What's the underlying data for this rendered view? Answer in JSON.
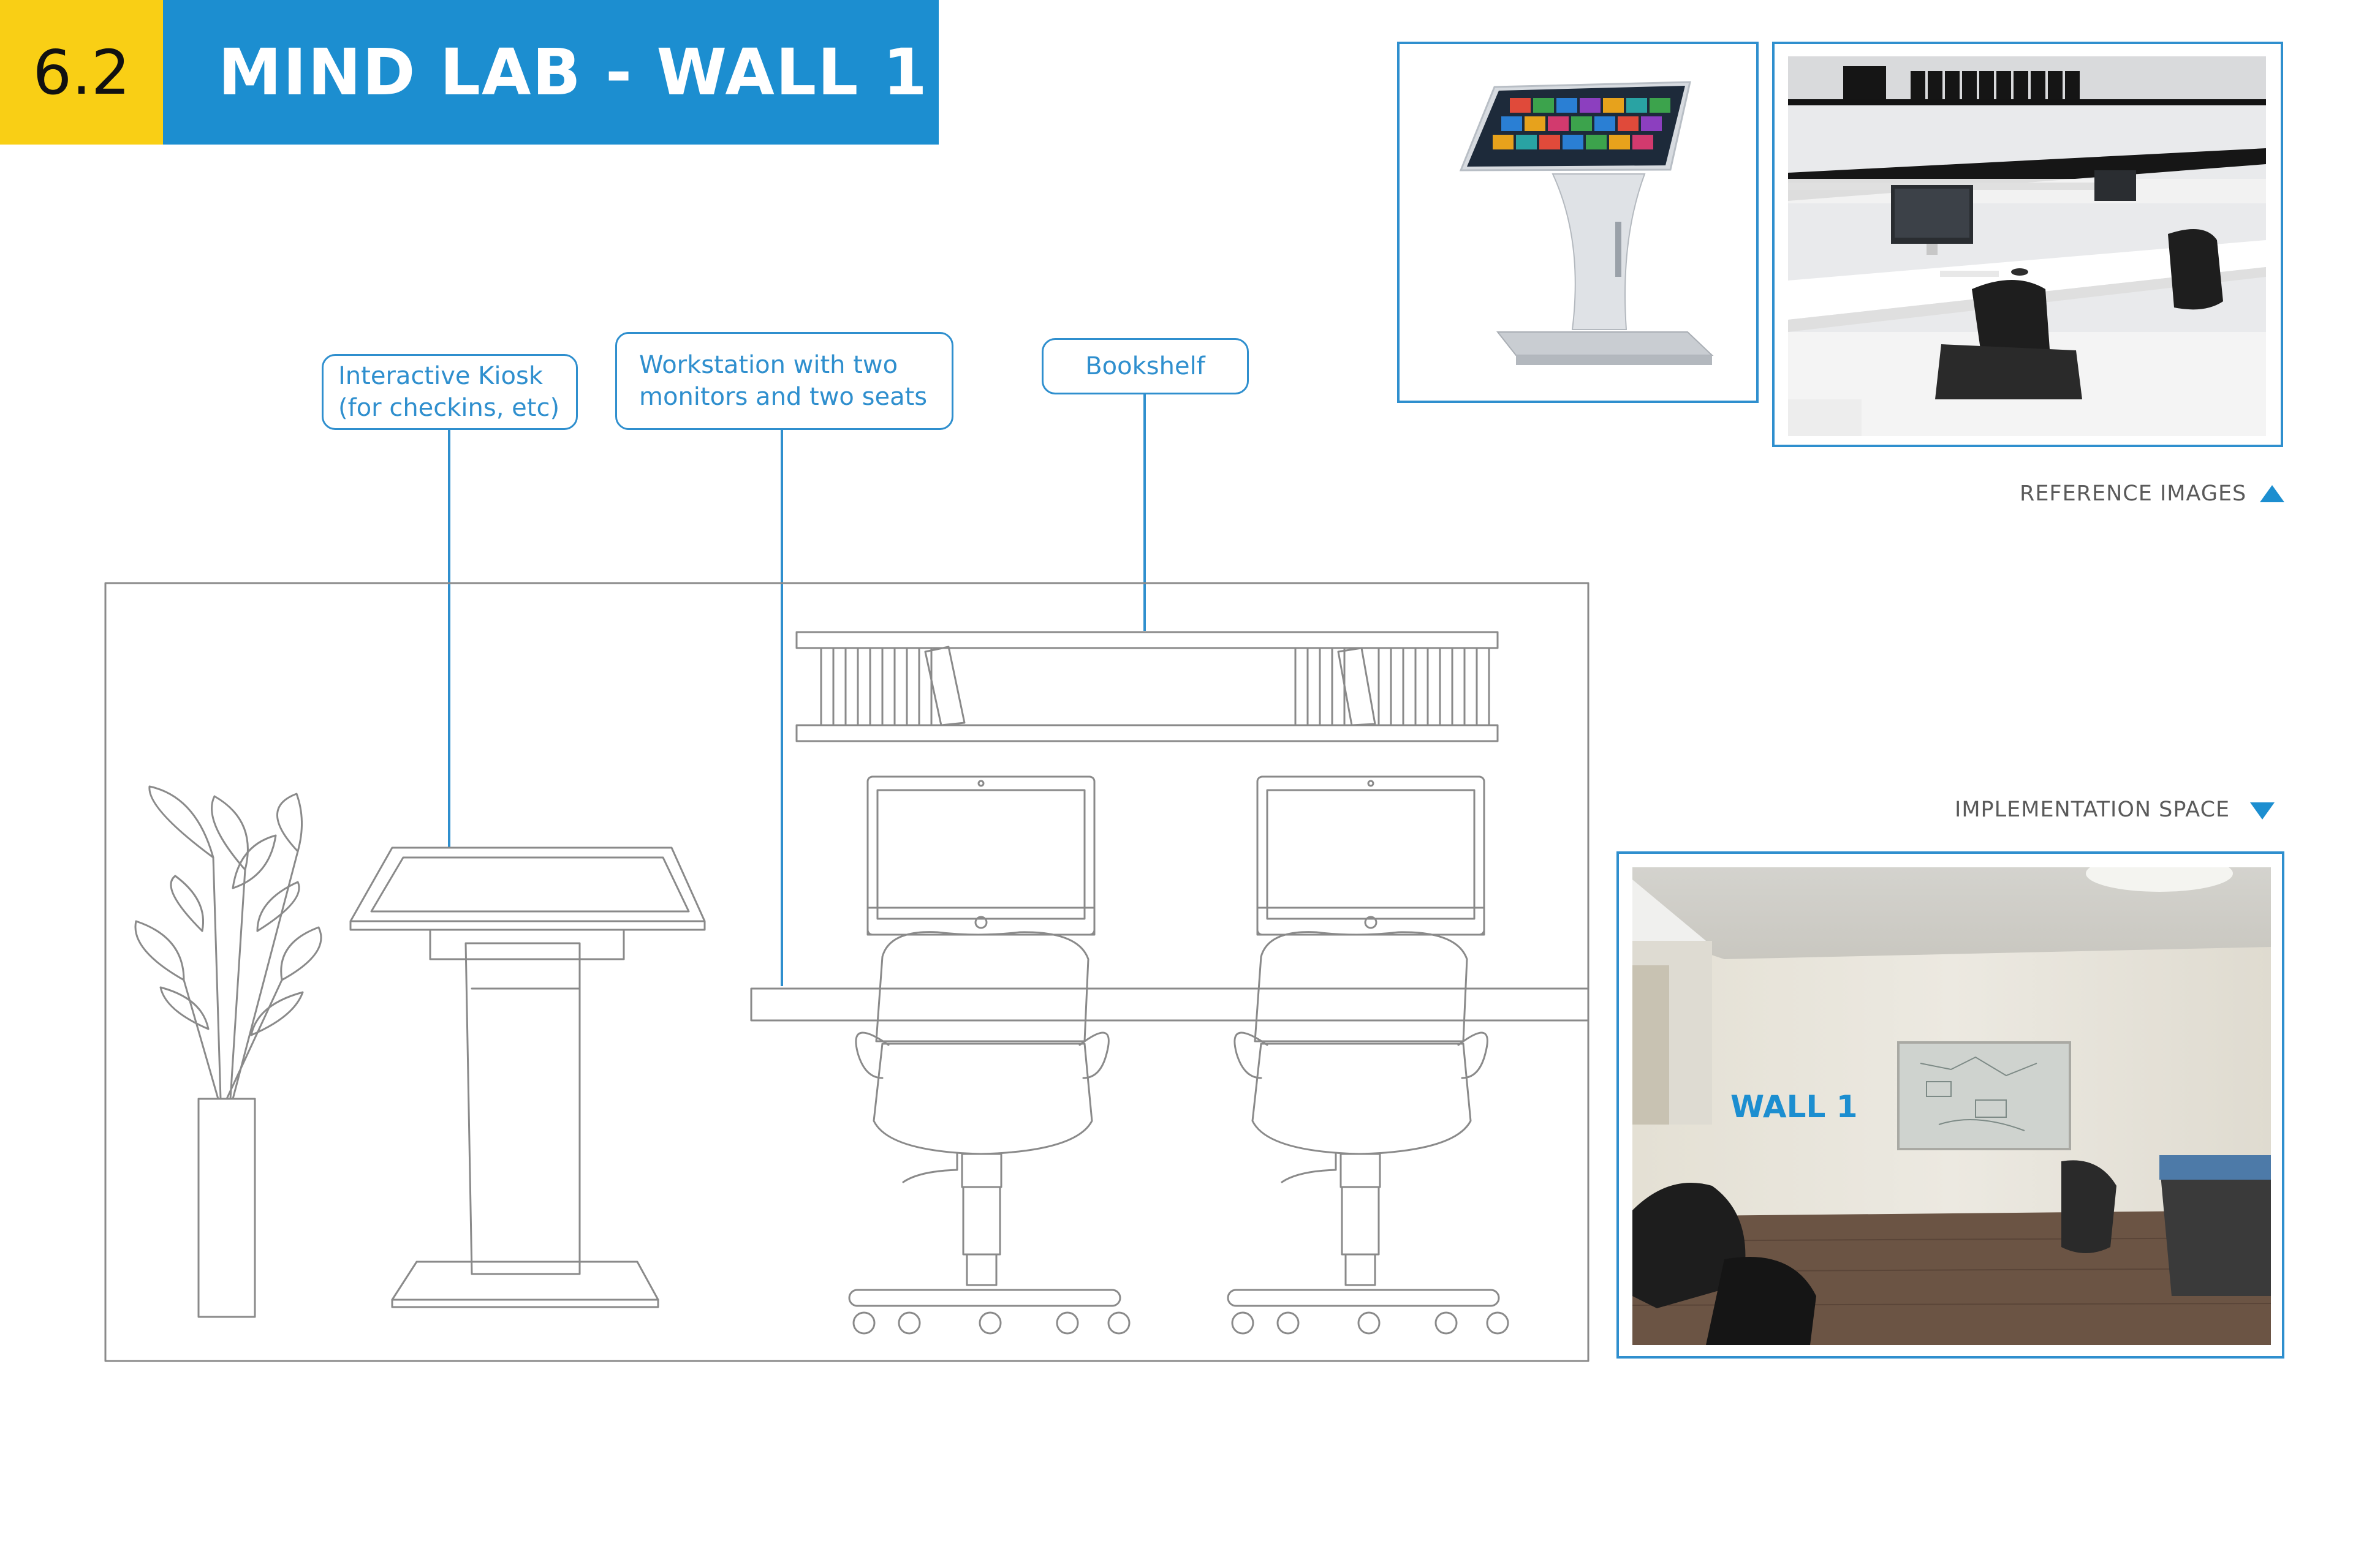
{
  "header": {
    "section_number": "6.2",
    "title": "MIND LAB - WALL 1",
    "number_bg_color": "#f9cf15",
    "title_bg_color": "#1c8ed0"
  },
  "callouts": [
    {
      "line1": "Interactive Kiosk",
      "line2": "(for checkins, etc)"
    },
    {
      "line1": "Workstation with two",
      "line2": "monitors and two seats"
    },
    {
      "line1": "Bookshelf",
      "line2": ""
    }
  ],
  "reference_images": {
    "label": "REFERENCE IMAGES",
    "icon": "triangle-up-icon"
  },
  "implementation_space": {
    "label": "IMPLEMENTATION SPACE",
    "icon": "triangle-down-icon",
    "wall_label": "WALL 1"
  },
  "colors": {
    "accent": "#1c8ed0",
    "callout_line": "#2f8fce",
    "drawing_line": "#8a8a8a"
  }
}
